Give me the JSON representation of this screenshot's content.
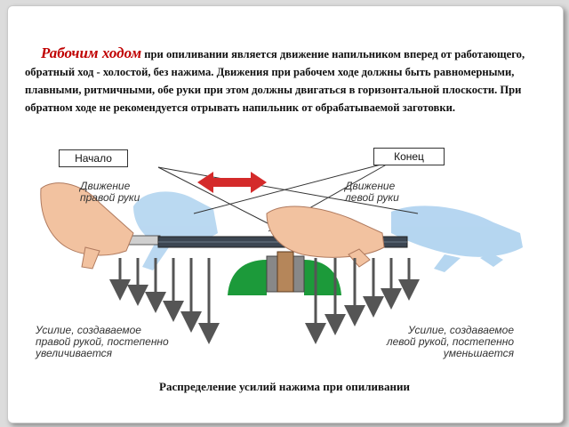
{
  "slide": {
    "highlight": "Рабочим ходом",
    "paragraph": " при опиливании является движение напильником вперед от работающего, обратный ход - холостой, без нажима. Движения при рабочем ходе должны быть равномерными, плавными, ритмичными, обе руки при этом должны двигаться в горизонтальной плоскости. При обратном ходе не рекомендуется отрывать напильник от обрабатываемой заготовки.",
    "caption": "Распределение усилий нажима при опиливании"
  },
  "diagram": {
    "start_label": "Начало",
    "end_label": "Конец",
    "right_hand_l1": "Движение",
    "right_hand_l2": "правой руки",
    "left_hand_l1": "Движение",
    "left_hand_l2": "левой руки",
    "right_force_l1": "Усилие, создаваемое",
    "right_force_l2": "правой рукой, постепенно",
    "right_force_l3": "увеличивается",
    "left_force_l1": "Усилие, создаваемое",
    "left_force_l2": "левой рукой, постепенно",
    "left_force_l3": "уменьшается",
    "colors": {
      "accent": "#c00000",
      "arrow_red": "#d42a2a",
      "vise_green": "#1c9a3a",
      "ghost_hand": "#a9cfee"
    }
  }
}
